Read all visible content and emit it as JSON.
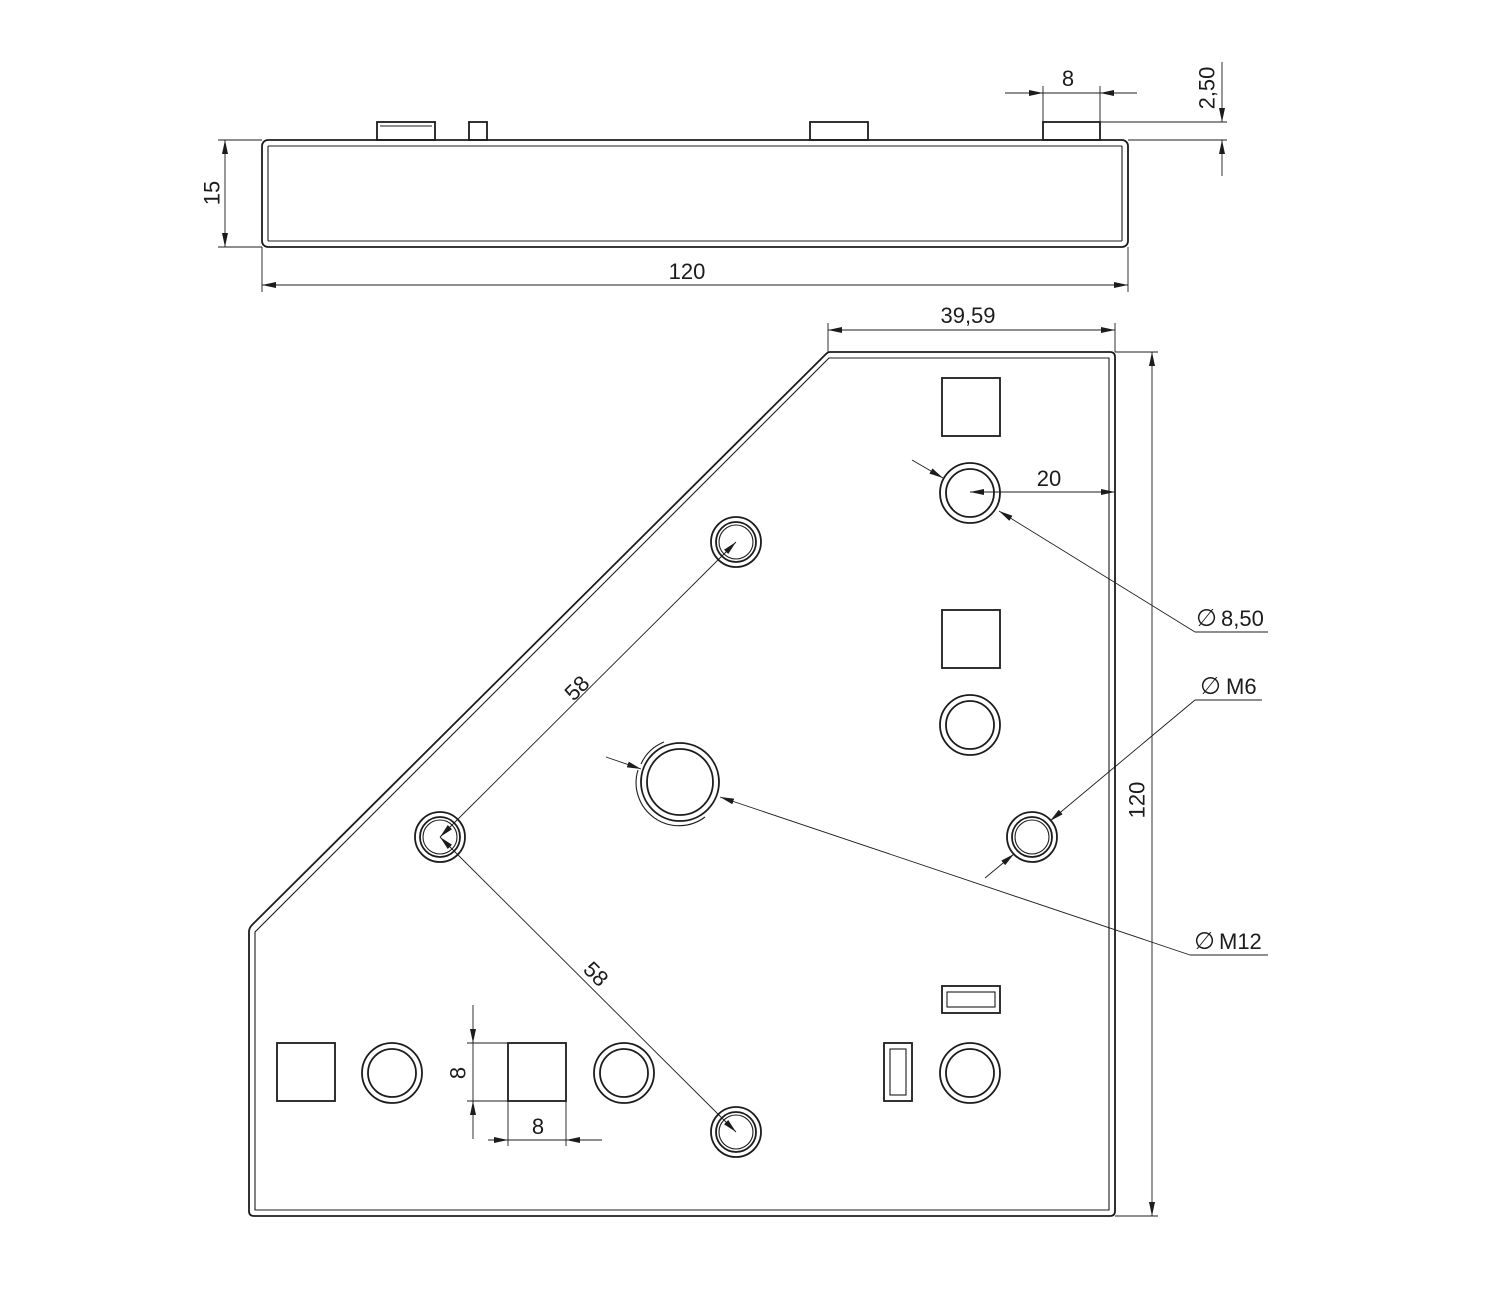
{
  "side_view": {
    "dim_height": "15",
    "dim_length": "120",
    "dim_boss_width": "8",
    "dim_boss_height": "2,50"
  },
  "top_view": {
    "dim_top_edge": "39,59",
    "dim_height": "120",
    "dim_hole_offset": "20",
    "callout_counterbore": "8,50",
    "callout_m6": "M6",
    "callout_m12": "M12",
    "dim_pitch_upper": "58",
    "dim_pitch_lower": "58",
    "dim_square_height": "8",
    "dim_square_width": "8"
  },
  "diameter_symbol": "∅",
  "colors": {
    "line": "#1c1c1c",
    "background": "#ffffff"
  }
}
